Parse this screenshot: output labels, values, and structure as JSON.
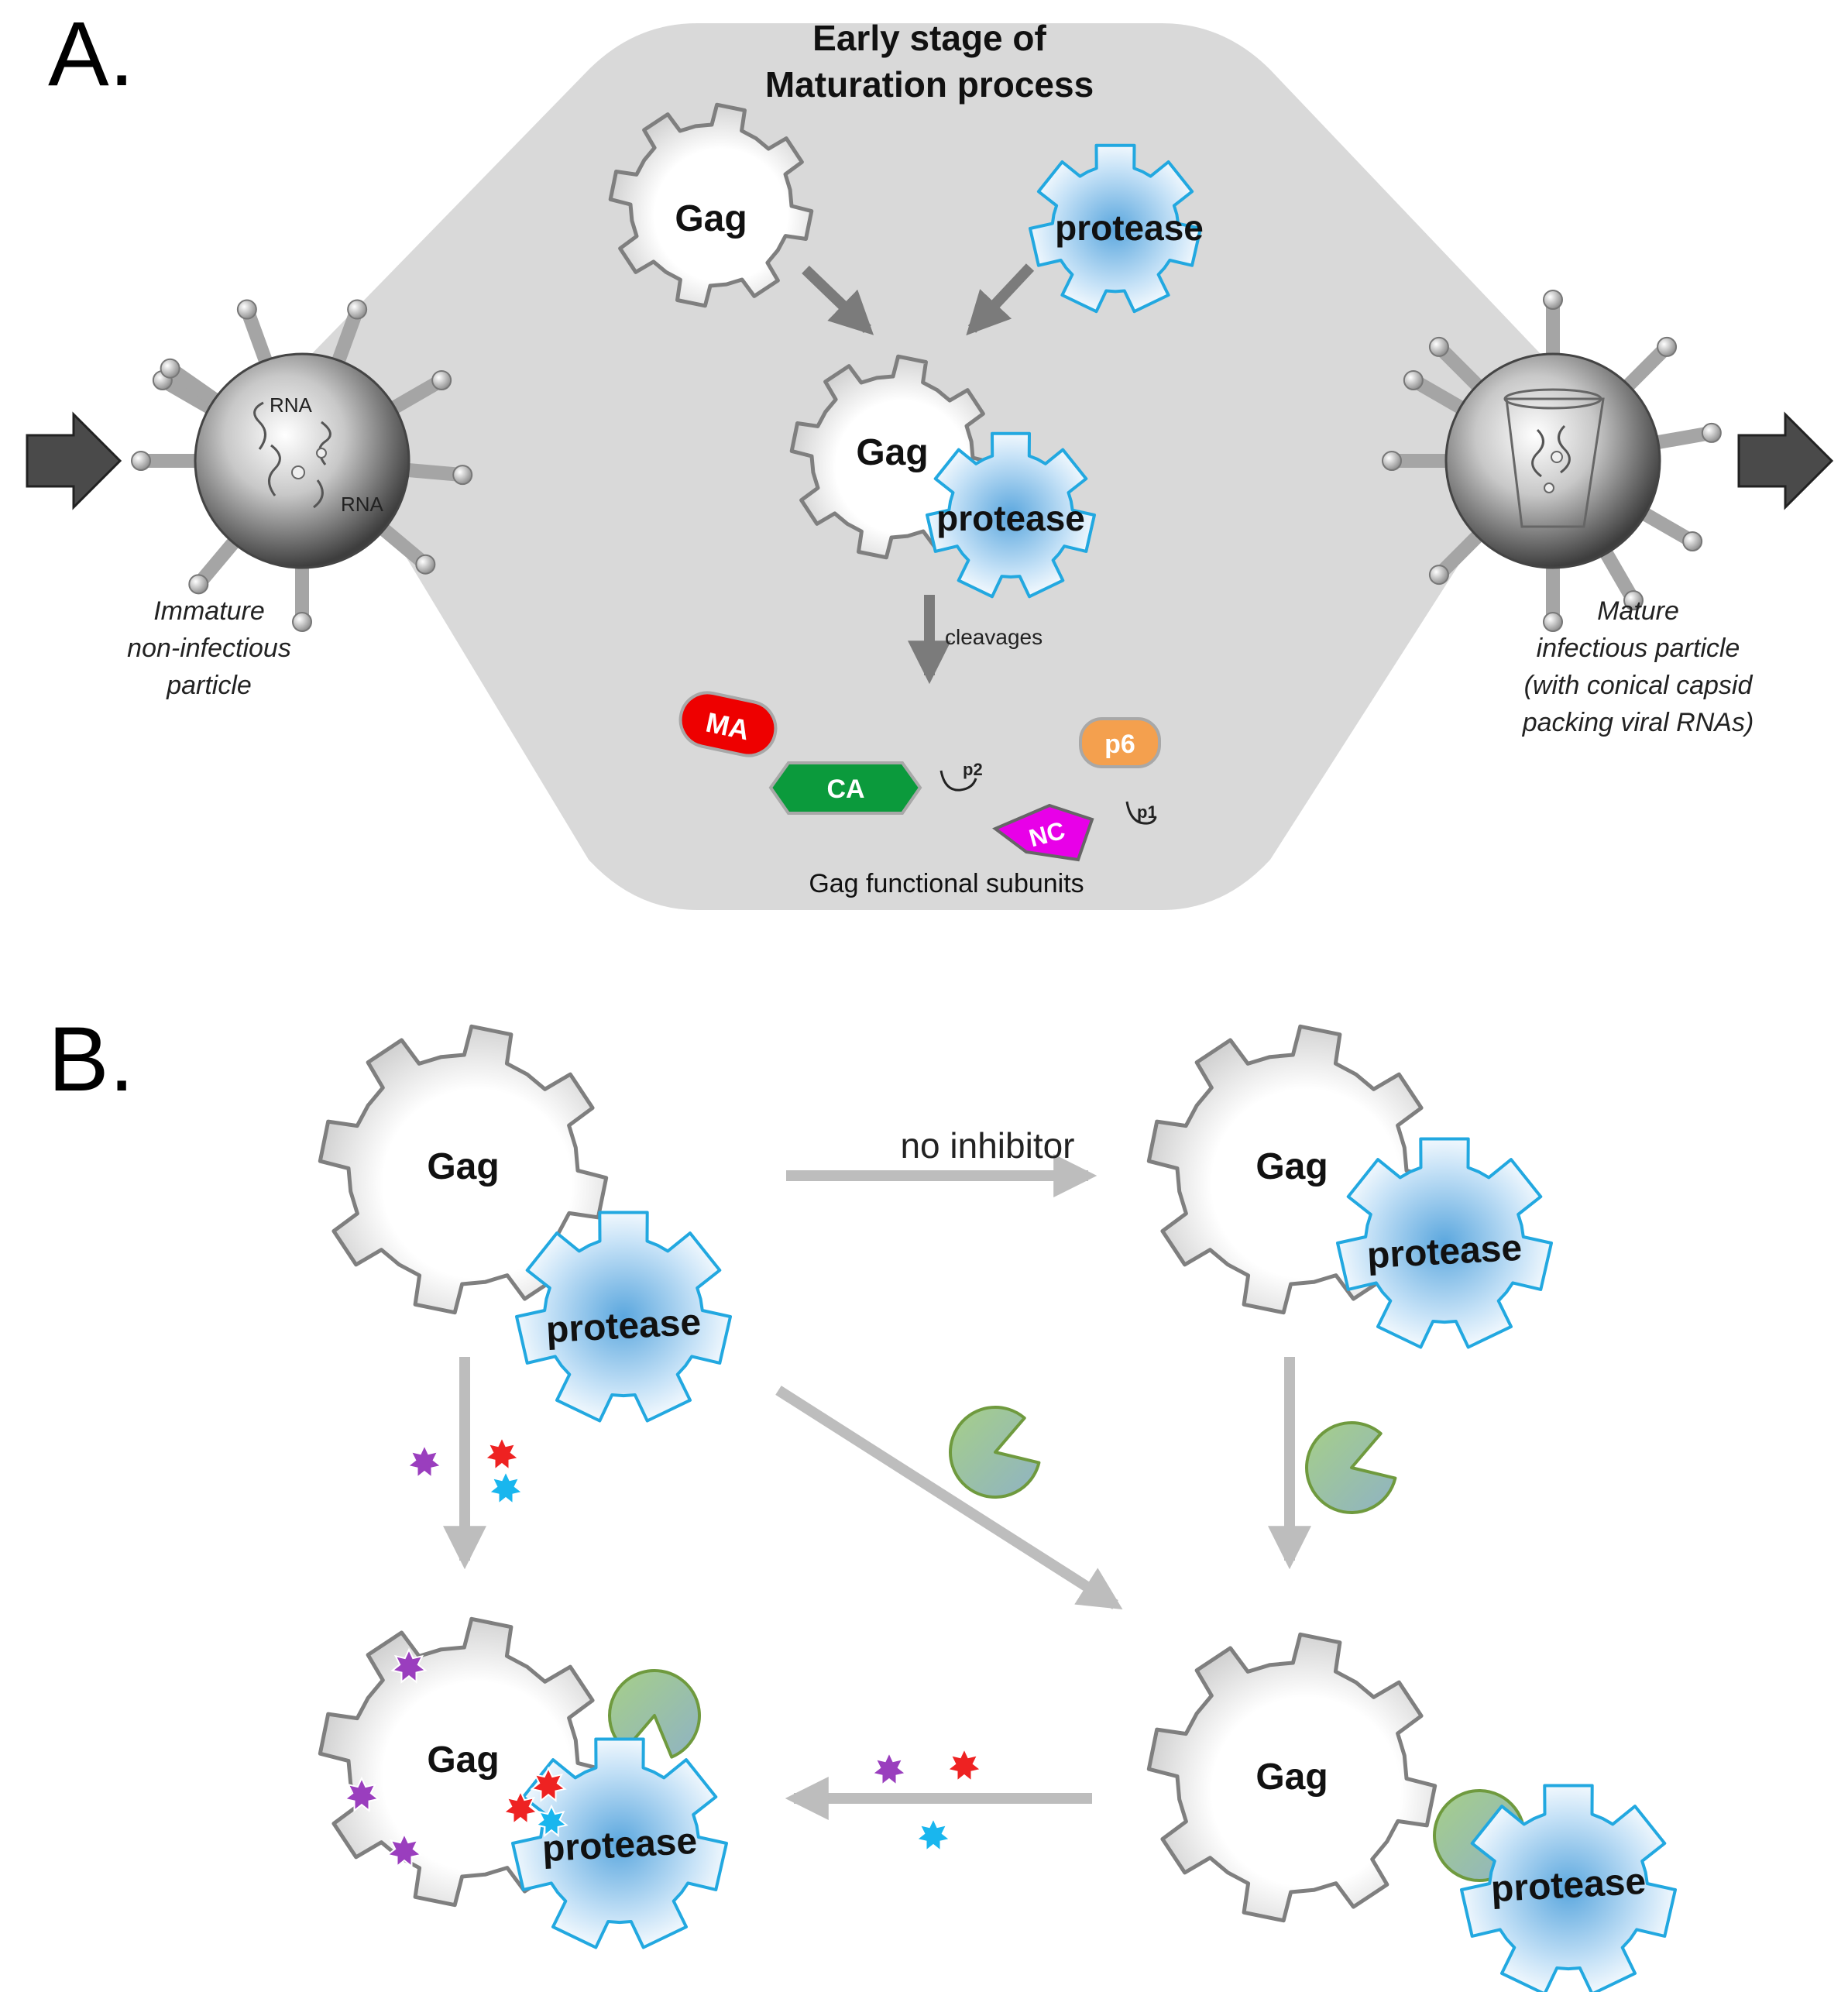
{
  "panel_a": {
    "letter": "A.",
    "title_line1": "Early stage of",
    "title_line2": "Maturation process",
    "gag": "Gag",
    "protease": "protease",
    "rna": "RNA",
    "cleavages": "cleavages",
    "immature": [
      "Immature",
      "non-infectious",
      "particle"
    ],
    "mature": [
      "Mature",
      "infectious particle",
      "(with conical capsid",
      "packing viral RNAs)"
    ],
    "subunits": {
      "ma": "MA",
      "ca": "CA",
      "nc": "NC",
      "p6": "p6",
      "p2": "p2",
      "p1": "p1"
    },
    "subunits_label": "Gag functional subunits"
  },
  "panel_b": {
    "letter": "B.",
    "gag": "Gag",
    "protease": "protease",
    "no_inhibitor": "no inhibitor"
  },
  "colors": {
    "background_oval": "#d9d9d9",
    "gear_outline": "#7f7f7f",
    "protease_outline": "#22a8e0",
    "protease_fill": "#a9d3f2",
    "arrow_dark": "#7b7b7b",
    "arrow_light": "#bdbdbd",
    "ma": "#ee0000",
    "ca": "#0b9a3c",
    "nc": "#e800e8",
    "p6": "#f4a04e",
    "inhibitor_green": "#9cc57a",
    "star_purple": "#9a3ebe",
    "star_red": "#ee2222",
    "star_blue": "#19b6ee"
  }
}
